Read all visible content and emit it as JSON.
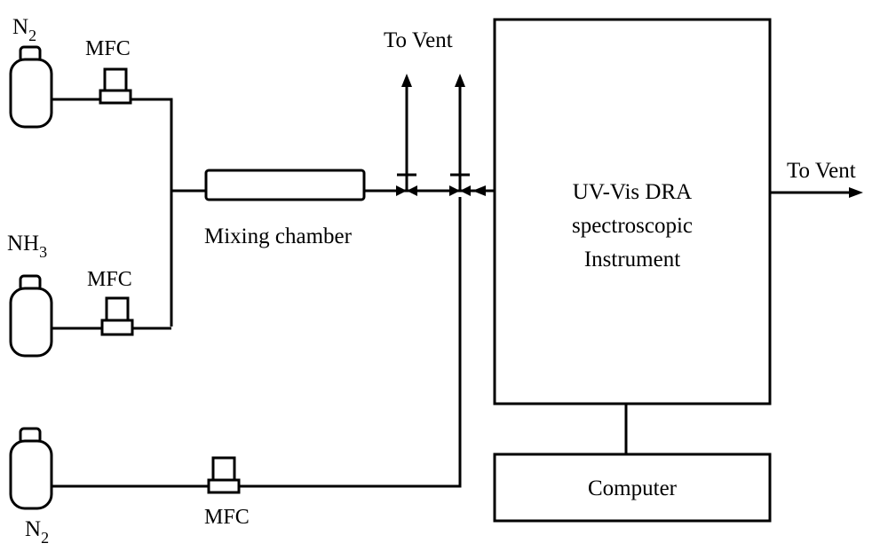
{
  "cylinders": [
    {
      "gas": "N",
      "sub": "2"
    },
    {
      "gas": "NH",
      "sub": "3"
    },
    {
      "gas": "N",
      "sub": "2"
    }
  ],
  "mfc_label": "MFC",
  "mixing_chamber_label": "Mixing chamber",
  "vent_label": "To Vent",
  "instrument_lines": [
    "UV-Vis DRA",
    "spectroscopic",
    "Instrument"
  ],
  "computer_label": "Computer",
  "colors": {
    "stroke": "#000000",
    "background": "#ffffff"
  }
}
